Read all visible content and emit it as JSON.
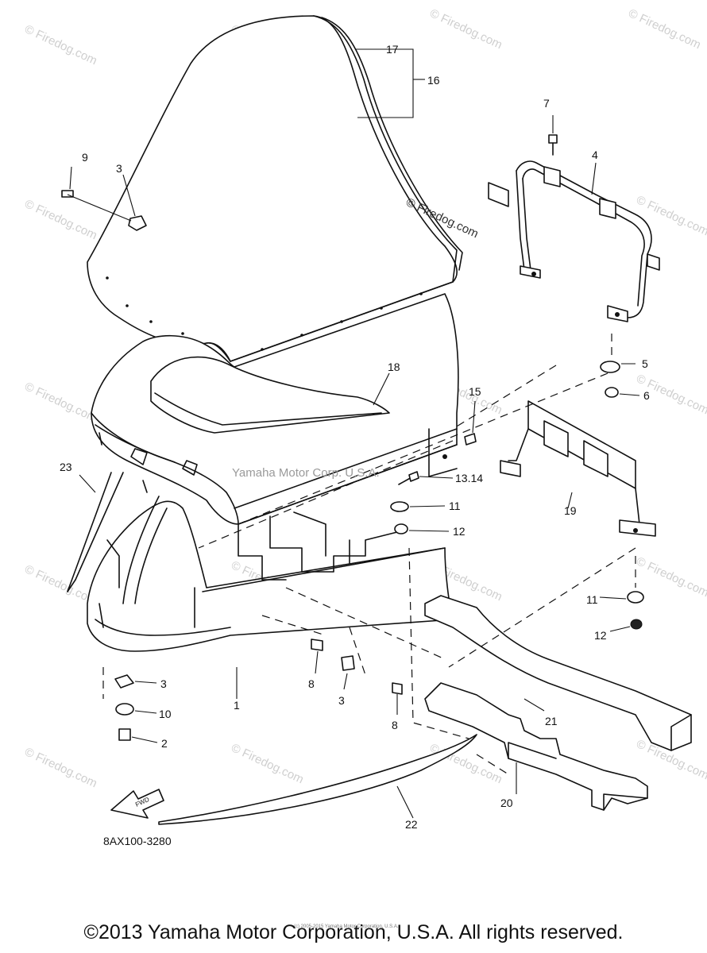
{
  "diagram": {
    "part_numbers": [
      "1",
      "2",
      "3",
      "3",
      "3",
      "4",
      "5",
      "6",
      "7",
      "8",
      "8",
      "9",
      "10",
      "11",
      "11",
      "12",
      "12",
      "13",
      "14",
      "15",
      "16",
      "17",
      "18",
      "19",
      "20",
      "21",
      "22",
      "23"
    ],
    "callouts": {
      "p1": "1",
      "p2": "2",
      "p3a": "3",
      "p3b": "3",
      "p3c": "3",
      "p4": "4",
      "p5": "5",
      "p6": "6",
      "p7": "7",
      "p8a": "8",
      "p8b": "8",
      "p9": "9",
      "p10": "10",
      "p11a": "11",
      "p11b": "11",
      "p12a": "12",
      "p12b": "12",
      "p13_14": "13.14",
      "p15": "15",
      "p16": "16",
      "p17": "17",
      "p18": "18",
      "p19": "19",
      "p20": "20",
      "p21": "21",
      "p22": "22",
      "p23": "23"
    },
    "drawing_code": "8AX100-3280",
    "fwd_label": "FWD"
  },
  "watermarks": {
    "site": "© Firedog.com",
    "center": "Yamaha Motor Corp. U.S.A.",
    "tiny_notice": "(c) 2005-2015 Yamaha Motor Corporation, U.S.A."
  },
  "footer": {
    "copyright": "©2013 Yamaha Motor Corporation, U.S.A. All rights reserved."
  }
}
